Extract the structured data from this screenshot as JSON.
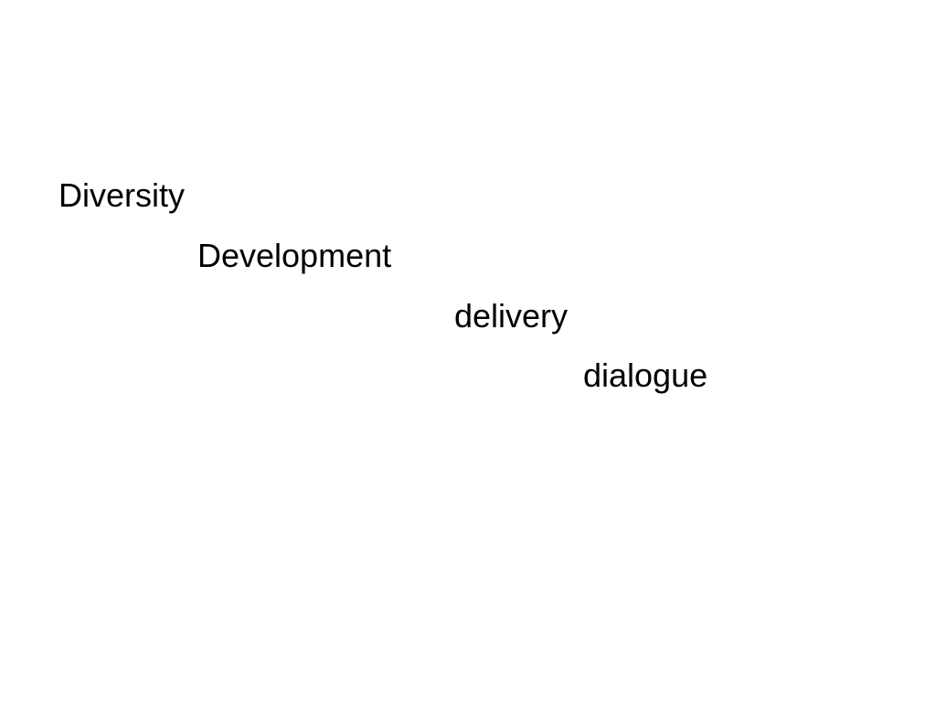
{
  "slide": {
    "words": [
      "Diversity",
      "Development",
      "delivery",
      "dialogue"
    ]
  }
}
